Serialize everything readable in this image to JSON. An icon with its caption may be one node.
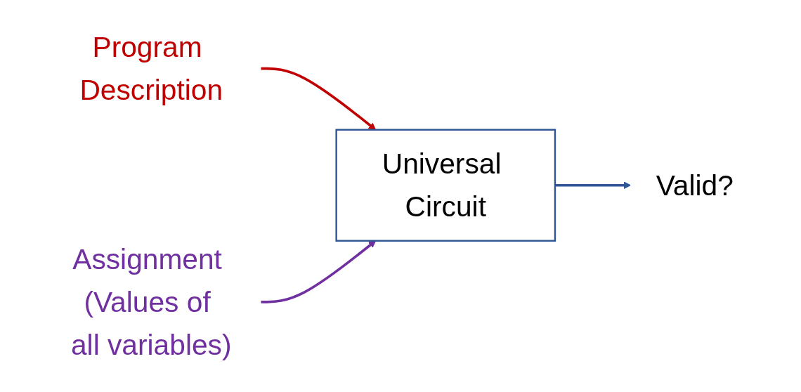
{
  "diagram": {
    "nodes": [
      {
        "text": [
          "Program Description"
        ]
      },
      {
        "text": [
          "Assignment (Values of all variables)"
        ]
      },
      {
        "text": [
          "Universal Circuit"
        ]
      },
      {
        "text": [
          "Valid?"
        ]
      }
    ],
    "edges": [
      {
        "from": 0,
        "to": 2,
        "arrow": "to",
        "color": "#c00000"
      },
      {
        "from": 1,
        "to": 2,
        "arrow": "to",
        "color": "#7030a0"
      },
      {
        "from": 2,
        "to": 3,
        "arrow": "to",
        "color": "#2f5597"
      }
    ]
  }
}
